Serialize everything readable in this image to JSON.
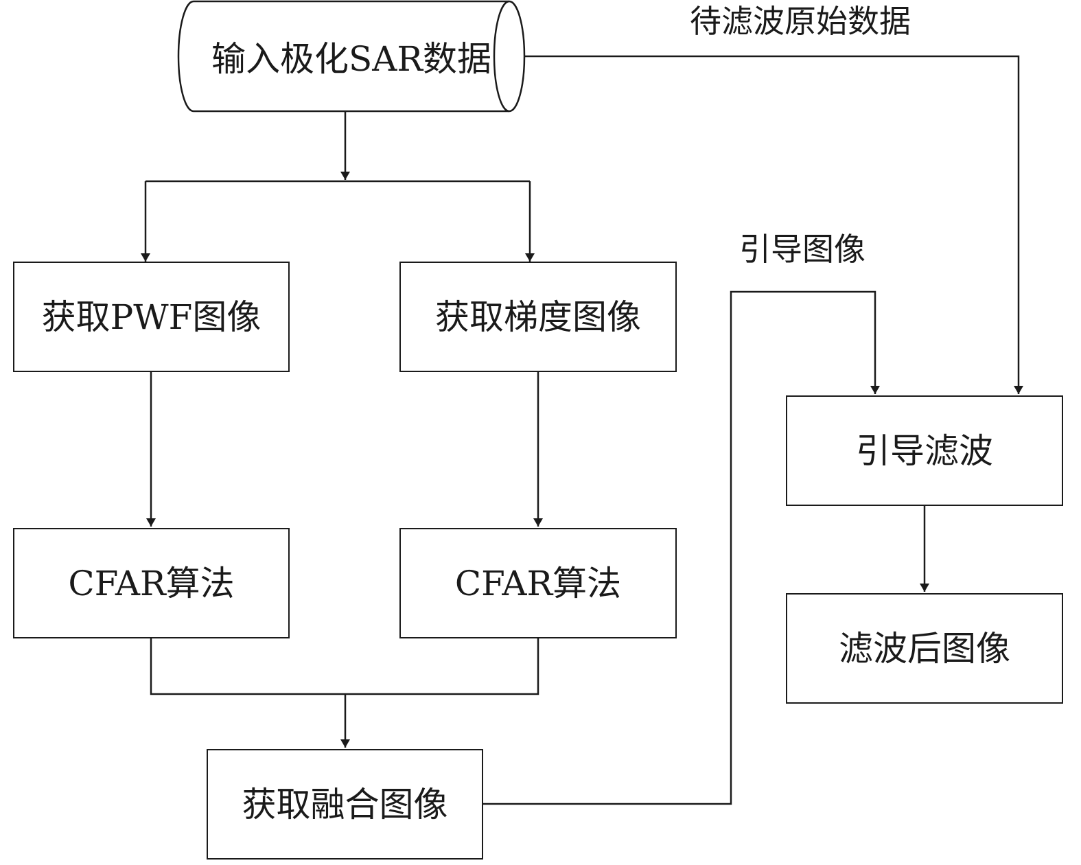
{
  "diagram": {
    "input_node": "输入极化SAR数据",
    "nodes": {
      "pwf": "获取PWF图像",
      "gradient": "获取梯度图像",
      "cfar_left": "CFAR算法",
      "cfar_right": "CFAR算法",
      "fusion": "获取融合图像",
      "guided_filter": "引导滤波",
      "filtered_image": "滤波后图像"
    },
    "edge_labels": {
      "raw_data": "待滤波原始数据",
      "guide_image": "引导图像"
    },
    "colors": {
      "stroke": "#1a1a1a",
      "background": "#ffffff"
    }
  }
}
